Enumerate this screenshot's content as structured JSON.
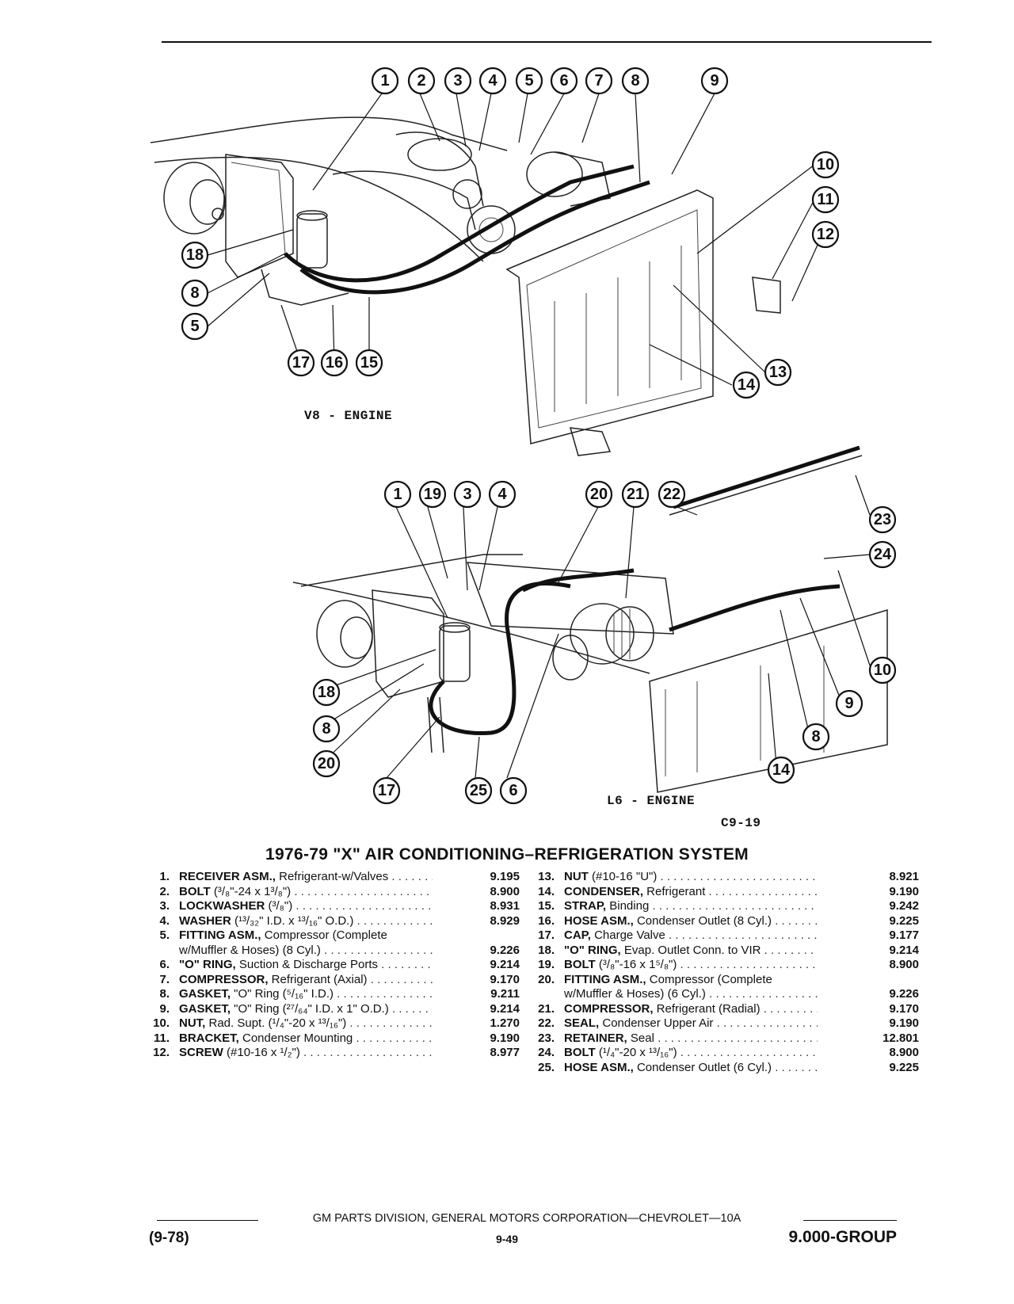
{
  "diagram": {
    "v8_label": "V8 - ENGINE",
    "l6_label": "L6 - ENGINE",
    "figure_code": "C9-19",
    "v8_callouts": [
      "1",
      "2",
      "3",
      "4",
      "5",
      "6",
      "7",
      "8",
      "9",
      "10",
      "11",
      "12",
      "13",
      "14",
      "15",
      "16",
      "17",
      "18",
      "8",
      "5"
    ],
    "l6_callouts": [
      "1",
      "19",
      "3",
      "4",
      "20",
      "21",
      "22",
      "23",
      "24",
      "10",
      "9",
      "8",
      "14",
      "18",
      "8",
      "20",
      "17",
      "25",
      "6"
    ]
  },
  "section_title": "1976-79 \"X\" AIR CONDITIONING–REFRIGERATION SYSTEM",
  "parts_left": [
    {
      "num": "1.",
      "name": "RECEIVER ASM.,",
      "detail": " Refrigerant-w/Valves",
      "code": "9.195"
    },
    {
      "num": "2.",
      "name": "BOLT",
      "detail": " (³/₈\"-24 x 1³/₈\")",
      "code": "8.900"
    },
    {
      "num": "3.",
      "name": "LOCKWASHER",
      "detail": " (³/₈\")",
      "code": "8.931"
    },
    {
      "num": "4.",
      "name": "WASHER",
      "detail": " (¹³/₃₂\" I.D. x ¹³/₁₆\" O.D.)",
      "code": "8.929"
    },
    {
      "num": "5.",
      "name": "FITTING ASM.,",
      "detail": " Compressor (Complete",
      "code": ""
    },
    {
      "num": "",
      "name": "",
      "detail": "w/Muffler & Hoses) (8 Cyl.)",
      "code": "9.226"
    },
    {
      "num": "6.",
      "name": "\"O\" RING,",
      "detail": " Suction & Discharge Ports",
      "code": "9.214"
    },
    {
      "num": "7.",
      "name": "COMPRESSOR,",
      "detail": " Refrigerant (Axial)",
      "code": "9.170"
    },
    {
      "num": "8.",
      "name": "GASKET,",
      "detail": " \"O\" Ring (⁵/₁₆\" I.D.)",
      "code": "9.211"
    },
    {
      "num": "9.",
      "name": "GASKET,",
      "detail": " \"O\" Ring (²⁷/₆₄\" I.D. x 1\" O.D.)",
      "code": "9.214"
    },
    {
      "num": "10.",
      "name": "NUT,",
      "detail": " Rad. Supt. (¹/₄\"-20 x ¹³/₁₆\")",
      "code": "1.270"
    },
    {
      "num": "11.",
      "name": "BRACKET,",
      "detail": " Condenser Mounting",
      "code": "9.190"
    },
    {
      "num": "12.",
      "name": "SCREW",
      "detail": " (#10-16 x ¹/₂\")",
      "code": "8.977"
    }
  ],
  "parts_right": [
    {
      "num": "13.",
      "name": "NUT",
      "detail": " (#10-16 \"U\")",
      "code": "8.921"
    },
    {
      "num": "14.",
      "name": "CONDENSER,",
      "detail": " Refrigerant",
      "code": "9.190"
    },
    {
      "num": "15.",
      "name": "STRAP,",
      "detail": " Binding",
      "code": "9.242"
    },
    {
      "num": "16.",
      "name": "HOSE ASM.,",
      "detail": " Condenser Outlet (8 Cyl.)",
      "code": "9.225"
    },
    {
      "num": "17.",
      "name": "CAP,",
      "detail": " Charge Valve",
      "code": "9.177"
    },
    {
      "num": "18.",
      "name": "\"O\" RING,",
      "detail": " Evap. Outlet Conn. to VIR",
      "code": "9.214"
    },
    {
      "num": "19.",
      "name": "BOLT",
      "detail": " (³/₈\"-16 x 1⁵/₈\")",
      "code": "8.900"
    },
    {
      "num": "20.",
      "name": "FITTING ASM.,",
      "detail": " Compressor (Complete",
      "code": ""
    },
    {
      "num": "",
      "name": "",
      "detail": "w/Muffler & Hoses) (6 Cyl.)",
      "code": "9.226"
    },
    {
      "num": "21.",
      "name": "COMPRESSOR,",
      "detail": " Refrigerant (Radial)",
      "code": "9.170"
    },
    {
      "num": "22.",
      "name": "SEAL,",
      "detail": " Condenser Upper Air",
      "code": "9.190"
    },
    {
      "num": "23.",
      "name": "RETAINER,",
      "detail": " Seal",
      "code": "12.801"
    },
    {
      "num": "24.",
      "name": "BOLT",
      "detail": " (¹/₄\"-20 x ¹³/₁₆\")",
      "code": "8.900"
    },
    {
      "num": "25.",
      "name": "HOSE ASM.,",
      "detail": " Condenser Outlet (6 Cyl.)",
      "code": "9.225"
    }
  ],
  "footer": {
    "division_line": "GM PARTS DIVISION, GENERAL MOTORS CORPORATION—CHEVROLET—10A",
    "date": "(9-78)",
    "page": "9-49",
    "group": "9.000-GROUP"
  }
}
